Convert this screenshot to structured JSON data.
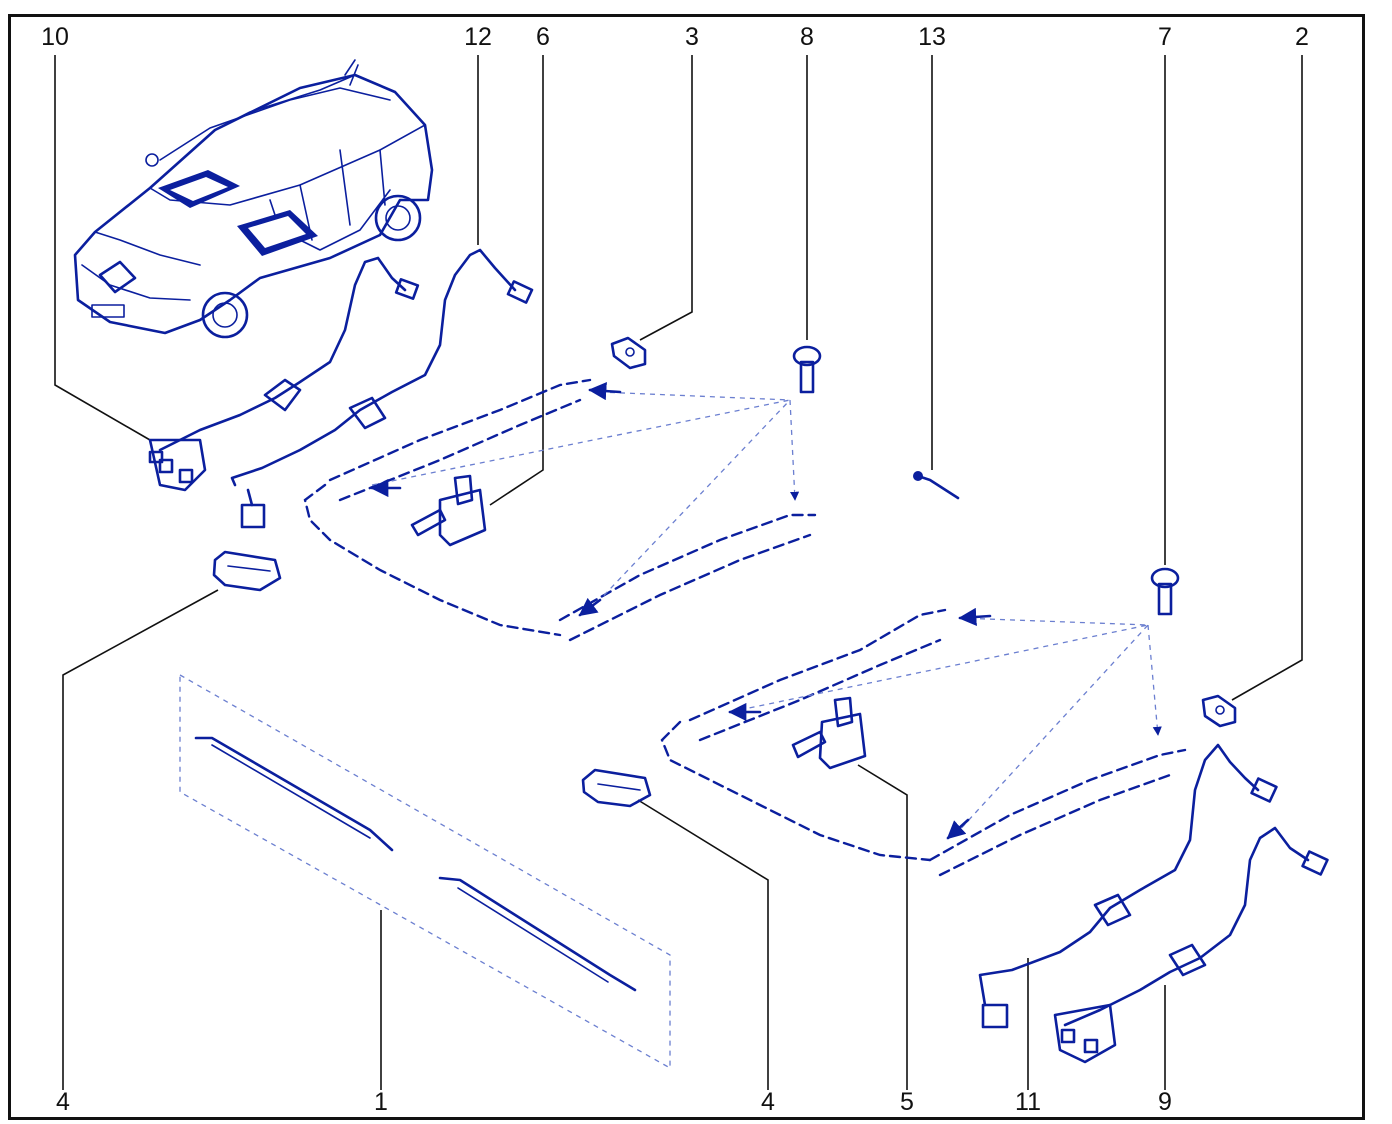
{
  "diagram": {
    "accent_color": "#0b1f9e",
    "callouts": [
      {
        "id": "top-10",
        "label": "10"
      },
      {
        "id": "top-12",
        "label": "12"
      },
      {
        "id": "top-6",
        "label": "6"
      },
      {
        "id": "top-3",
        "label": "3"
      },
      {
        "id": "top-8",
        "label": "8"
      },
      {
        "id": "top-13",
        "label": "13"
      },
      {
        "id": "top-7",
        "label": "7"
      },
      {
        "id": "top-2",
        "label": "2"
      },
      {
        "id": "bottom-4a",
        "label": "4"
      },
      {
        "id": "bottom-1",
        "label": "1"
      },
      {
        "id": "bottom-4b",
        "label": "4"
      },
      {
        "id": "bottom-5",
        "label": "5"
      },
      {
        "id": "bottom-11",
        "label": "11"
      },
      {
        "id": "bottom-9",
        "label": "9"
      }
    ]
  }
}
